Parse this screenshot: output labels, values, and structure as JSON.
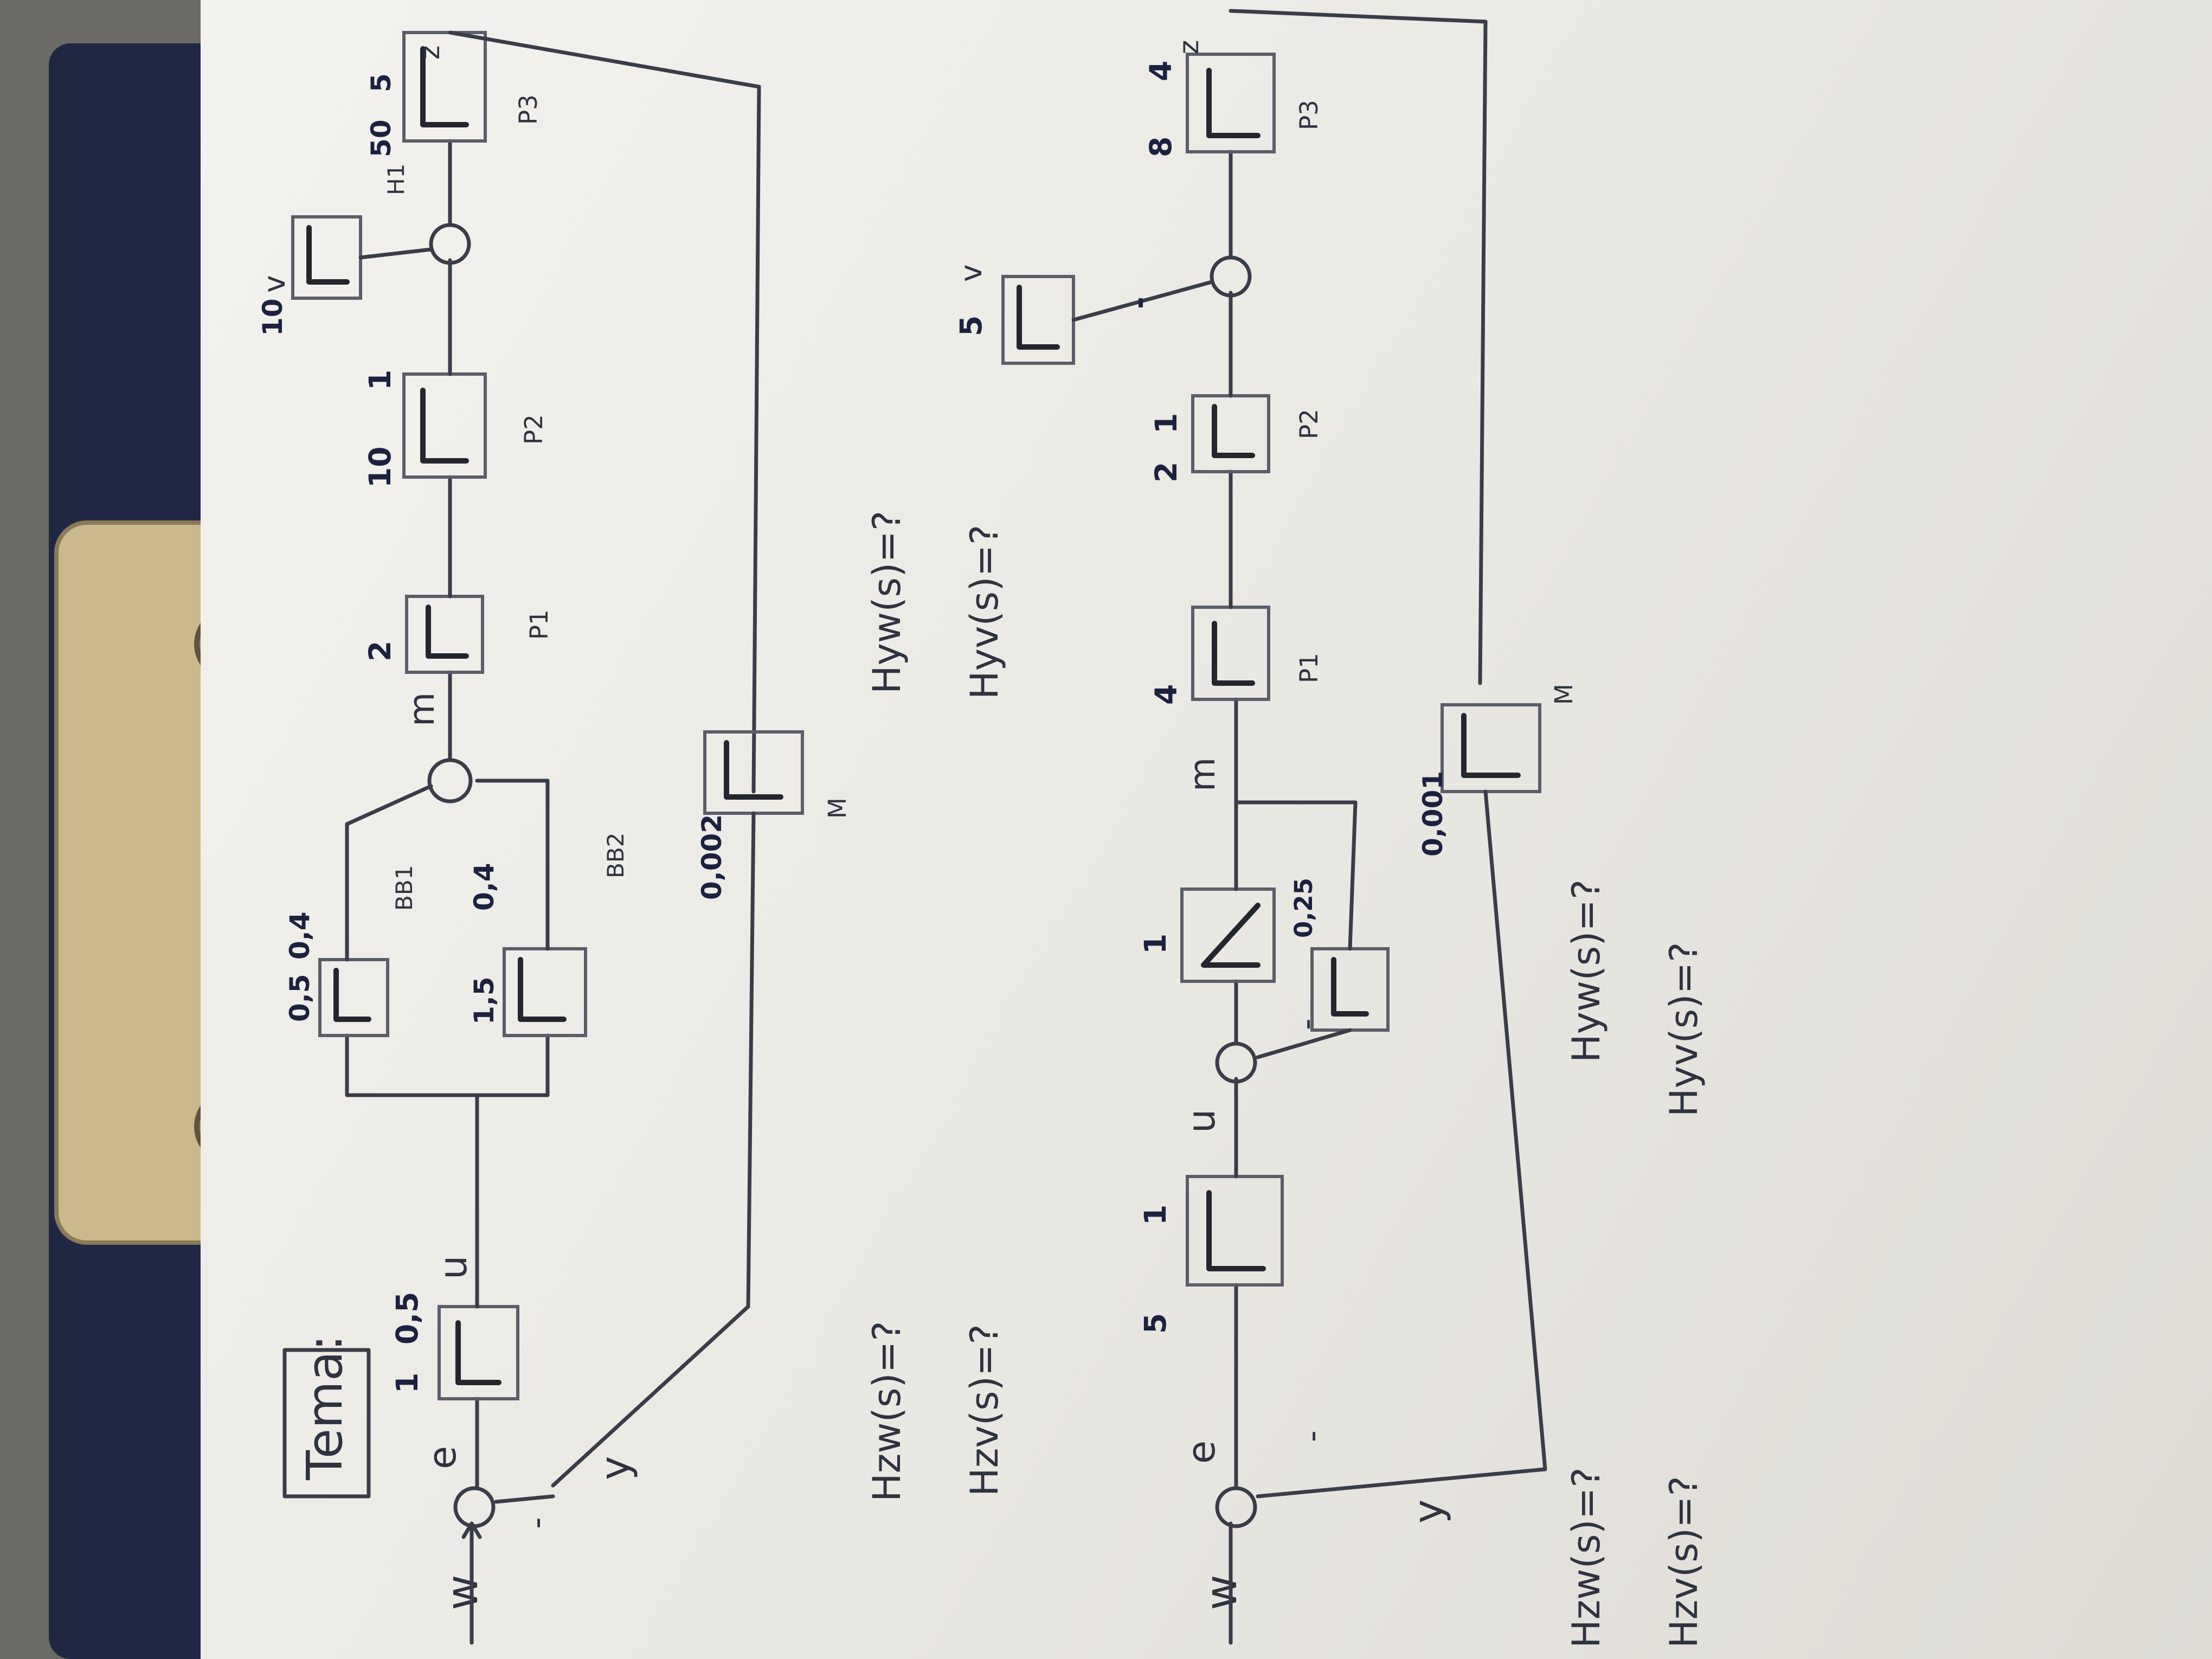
{
  "page_label": "Tema:",
  "diagram1": {
    "signals": {
      "w": "w",
      "e": "e",
      "minus": "-",
      "u": "u",
      "m": "m",
      "y": "y",
      "z": "z",
      "v": "v"
    },
    "blocks": {
      "controller": {
        "k": "1",
        "t": "0,5"
      },
      "bb1": {
        "k": "0,5",
        "t": "0,4",
        "name": "BB1"
      },
      "bb2": {
        "k": "1,5",
        "t": "0,4",
        "name": "BB2"
      },
      "p1": {
        "k": "2",
        "name": "P1"
      },
      "p2": {
        "k": "10",
        "t": "1",
        "name": "P2"
      },
      "h1": {
        "k": "10",
        "name": "H1"
      },
      "p3": {
        "k": "50",
        "t": "5",
        "name": "P3"
      },
      "m": {
        "k": "0,002",
        "name": "M"
      }
    },
    "questions": [
      "Hyw(s)=?",
      "Hyv(s)=?",
      "Hzw(s)=?",
      "Hzv(s)=?"
    ]
  },
  "diagram2": {
    "signals": {
      "w": "w",
      "e": "e",
      "minus": "-",
      "u": "u",
      "m": "m",
      "y": "y",
      "z": "z",
      "v": "v"
    },
    "blocks": {
      "controller": {
        "k": "5",
        "t": "1"
      },
      "inner": {
        "k": "1"
      },
      "fb": {
        "k": "0,25"
      },
      "p1": {
        "k": "4",
        "name": "P1"
      },
      "p2": {
        "k": "2",
        "t": "1",
        "name": "P2"
      },
      "h": {
        "k": "5"
      },
      "h_sign": "-",
      "p3": {
        "k": "8",
        "t": "4",
        "name": "P3"
      },
      "m": {
        "k": "0,001",
        "name": "M"
      }
    },
    "questions": [
      "Hyw(s)=?",
      "Hyv(s)=?",
      "Hzw(s)=?",
      "Hzv(s)=?"
    ]
  }
}
